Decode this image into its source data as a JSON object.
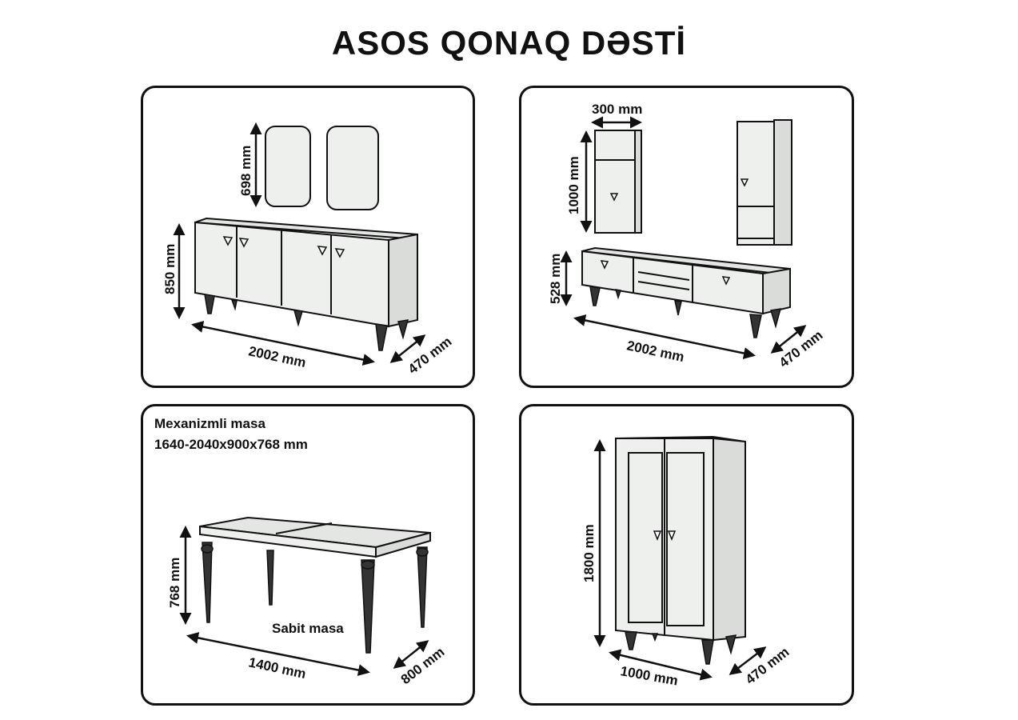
{
  "title": "ASOS QONAQ DƏSTİ",
  "panels": {
    "sideboard": {
      "mirror_height": "698 mm",
      "height": "850 mm",
      "width": "2002 mm",
      "depth": "470 mm"
    },
    "tv_unit": {
      "cabinet_width": "300 mm",
      "cabinet_height": "1000 mm",
      "height": "528 mm",
      "width": "2002 mm",
      "depth": "470 mm"
    },
    "table": {
      "caption_line1": "Mexanizmli masa",
      "caption_line2": "1640-2040x900x768 mm",
      "fixed_label": "Sabit masa",
      "height": "768 mm",
      "width": "1400 mm",
      "depth": "800 mm"
    },
    "wardrobe": {
      "height": "1800 mm",
      "width": "1000 mm",
      "depth": "470 mm"
    }
  }
}
